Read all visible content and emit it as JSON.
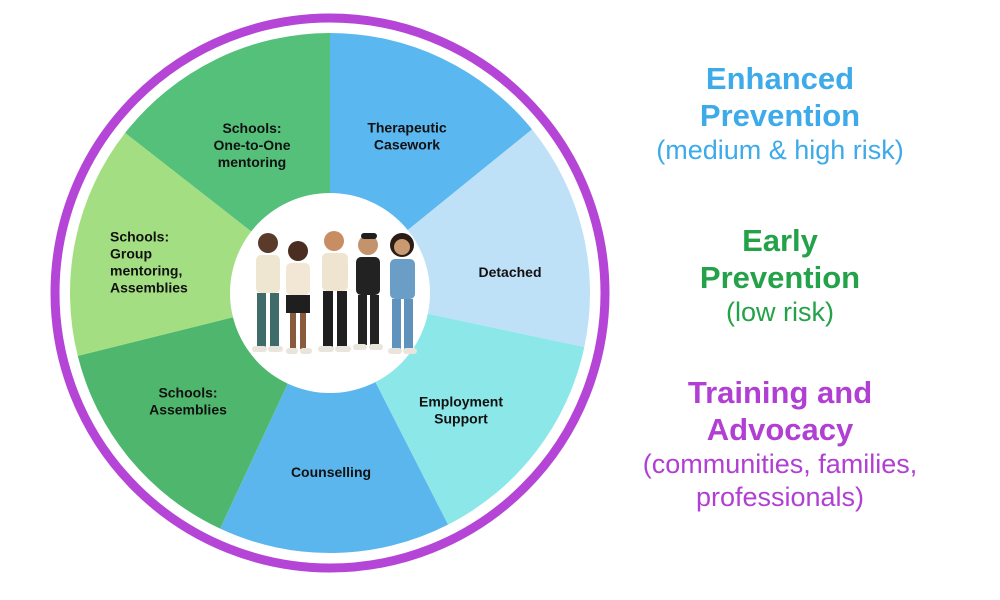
{
  "ring_color": "#b545d6",
  "segments": [
    {
      "lines": [
        "Therapeutic",
        "Casework"
      ],
      "color": "#5bb7ef"
    },
    {
      "lines": [
        "Detached"
      ],
      "color": "#bfe1f8"
    },
    {
      "lines": [
        "Employment",
        "Support"
      ],
      "color": "#8ce7e9"
    },
    {
      "lines": [
        "Counselling"
      ],
      "color": "#5cb6ee"
    },
    {
      "lines": [
        "Schools:",
        "Assemblies"
      ],
      "color": "#4fb76d"
    },
    {
      "lines": [
        "Schools:",
        "Group",
        "mentoring,",
        "Assemblies"
      ],
      "color": "#a3df82"
    },
    {
      "lines": [
        "Schools:",
        "One-to-One",
        "mentoring"
      ],
      "color": "#55c07a"
    }
  ],
  "center_image": "group-of-five-young-people-illustration",
  "legend": [
    {
      "title_lines": [
        "Enhanced",
        "Prevention"
      ],
      "subtitle_lines": [
        "(medium & high risk)"
      ],
      "color": "#3daae9"
    },
    {
      "title_lines": [
        "Early",
        "Prevention"
      ],
      "subtitle_lines": [
        "(low risk)"
      ],
      "color": "#24a24a"
    },
    {
      "title_lines": [
        "Training and",
        "Advocacy"
      ],
      "subtitle_lines": [
        "(communities, families,",
        "professionals)"
      ],
      "color": "#b13fd3"
    }
  ]
}
